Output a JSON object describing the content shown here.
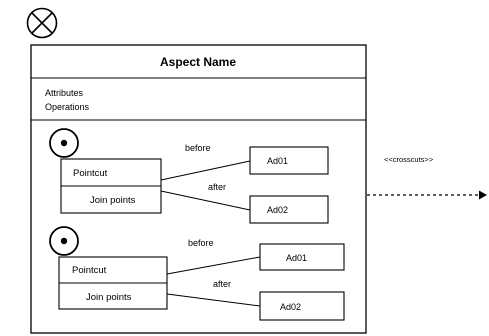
{
  "aspect": {
    "name": "Aspect Name",
    "attributes_label": "Attributes",
    "operations_label": "Operations"
  },
  "pointcut_groups": [
    {
      "pointcut_label": "Pointcut",
      "joinpoints_label": "Join points",
      "edge_before": "before",
      "edge_after": "after",
      "advice_before": "Ad01",
      "advice_after": "Ad02"
    },
    {
      "pointcut_label": "Pointcut",
      "joinpoints_label": "Join points",
      "edge_before": "before",
      "edge_after": "after",
      "advice_before": "Ad01",
      "advice_after": "Ad02"
    }
  ],
  "crosscuts_label": "<<crosscuts>>",
  "icons": {
    "aspect_symbol": "circle-x-icon",
    "pointcut_symbol": "dotted-circle-icon",
    "arrow": "dashed-arrow-icon"
  }
}
